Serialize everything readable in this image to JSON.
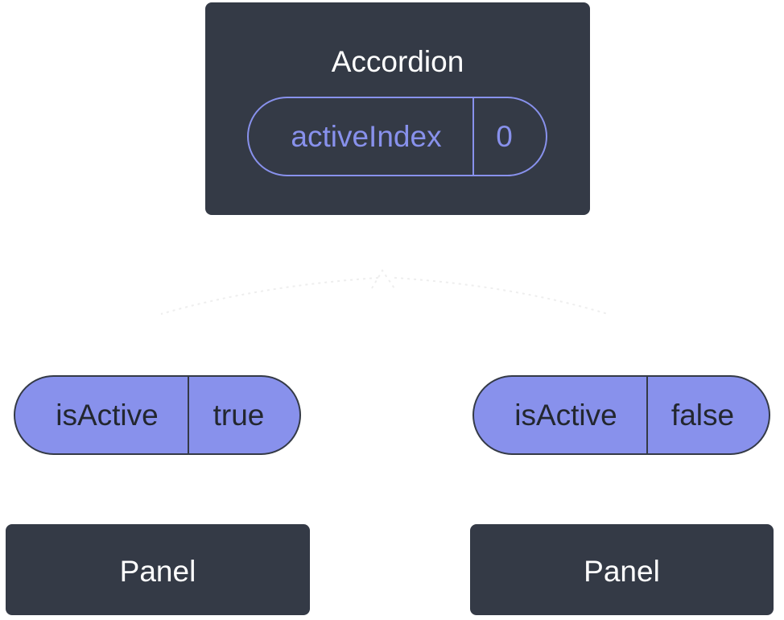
{
  "accordion": {
    "title": "Accordion",
    "state": {
      "name": "activeIndex",
      "value": "0"
    }
  },
  "panels": [
    {
      "title": "Panel",
      "prop": {
        "name": "isActive",
        "value": "true"
      }
    },
    {
      "title": "Panel",
      "prop": {
        "name": "isActive",
        "value": "false"
      }
    }
  ],
  "colors": {
    "node": "#343a46",
    "accent": "#8891ec",
    "node_text": "#ffffff",
    "pill_text": "#23272f"
  }
}
